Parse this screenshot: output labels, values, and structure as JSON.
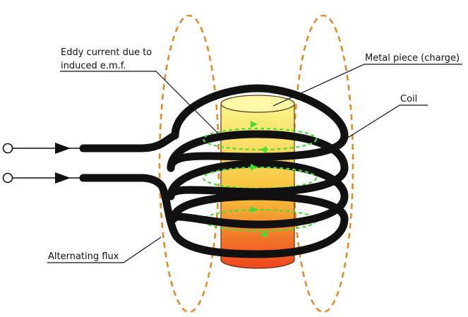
{
  "labels": {
    "eddy_line1": "Eddy current due to",
    "eddy_line2": "induced e.m.f.",
    "metal_piece": "Metal piece (charge)",
    "coil": "Coil",
    "alternating_flux": "Alternating flux"
  },
  "colors": {
    "coil": "#111111",
    "flux": "#e08c2a",
    "eddy": "#44dd33",
    "metal_top": "#fbf48a",
    "metal_mid": "#f7c23a",
    "metal_bottom": "#f0441f",
    "metal_edge": "#5a3a14"
  }
}
